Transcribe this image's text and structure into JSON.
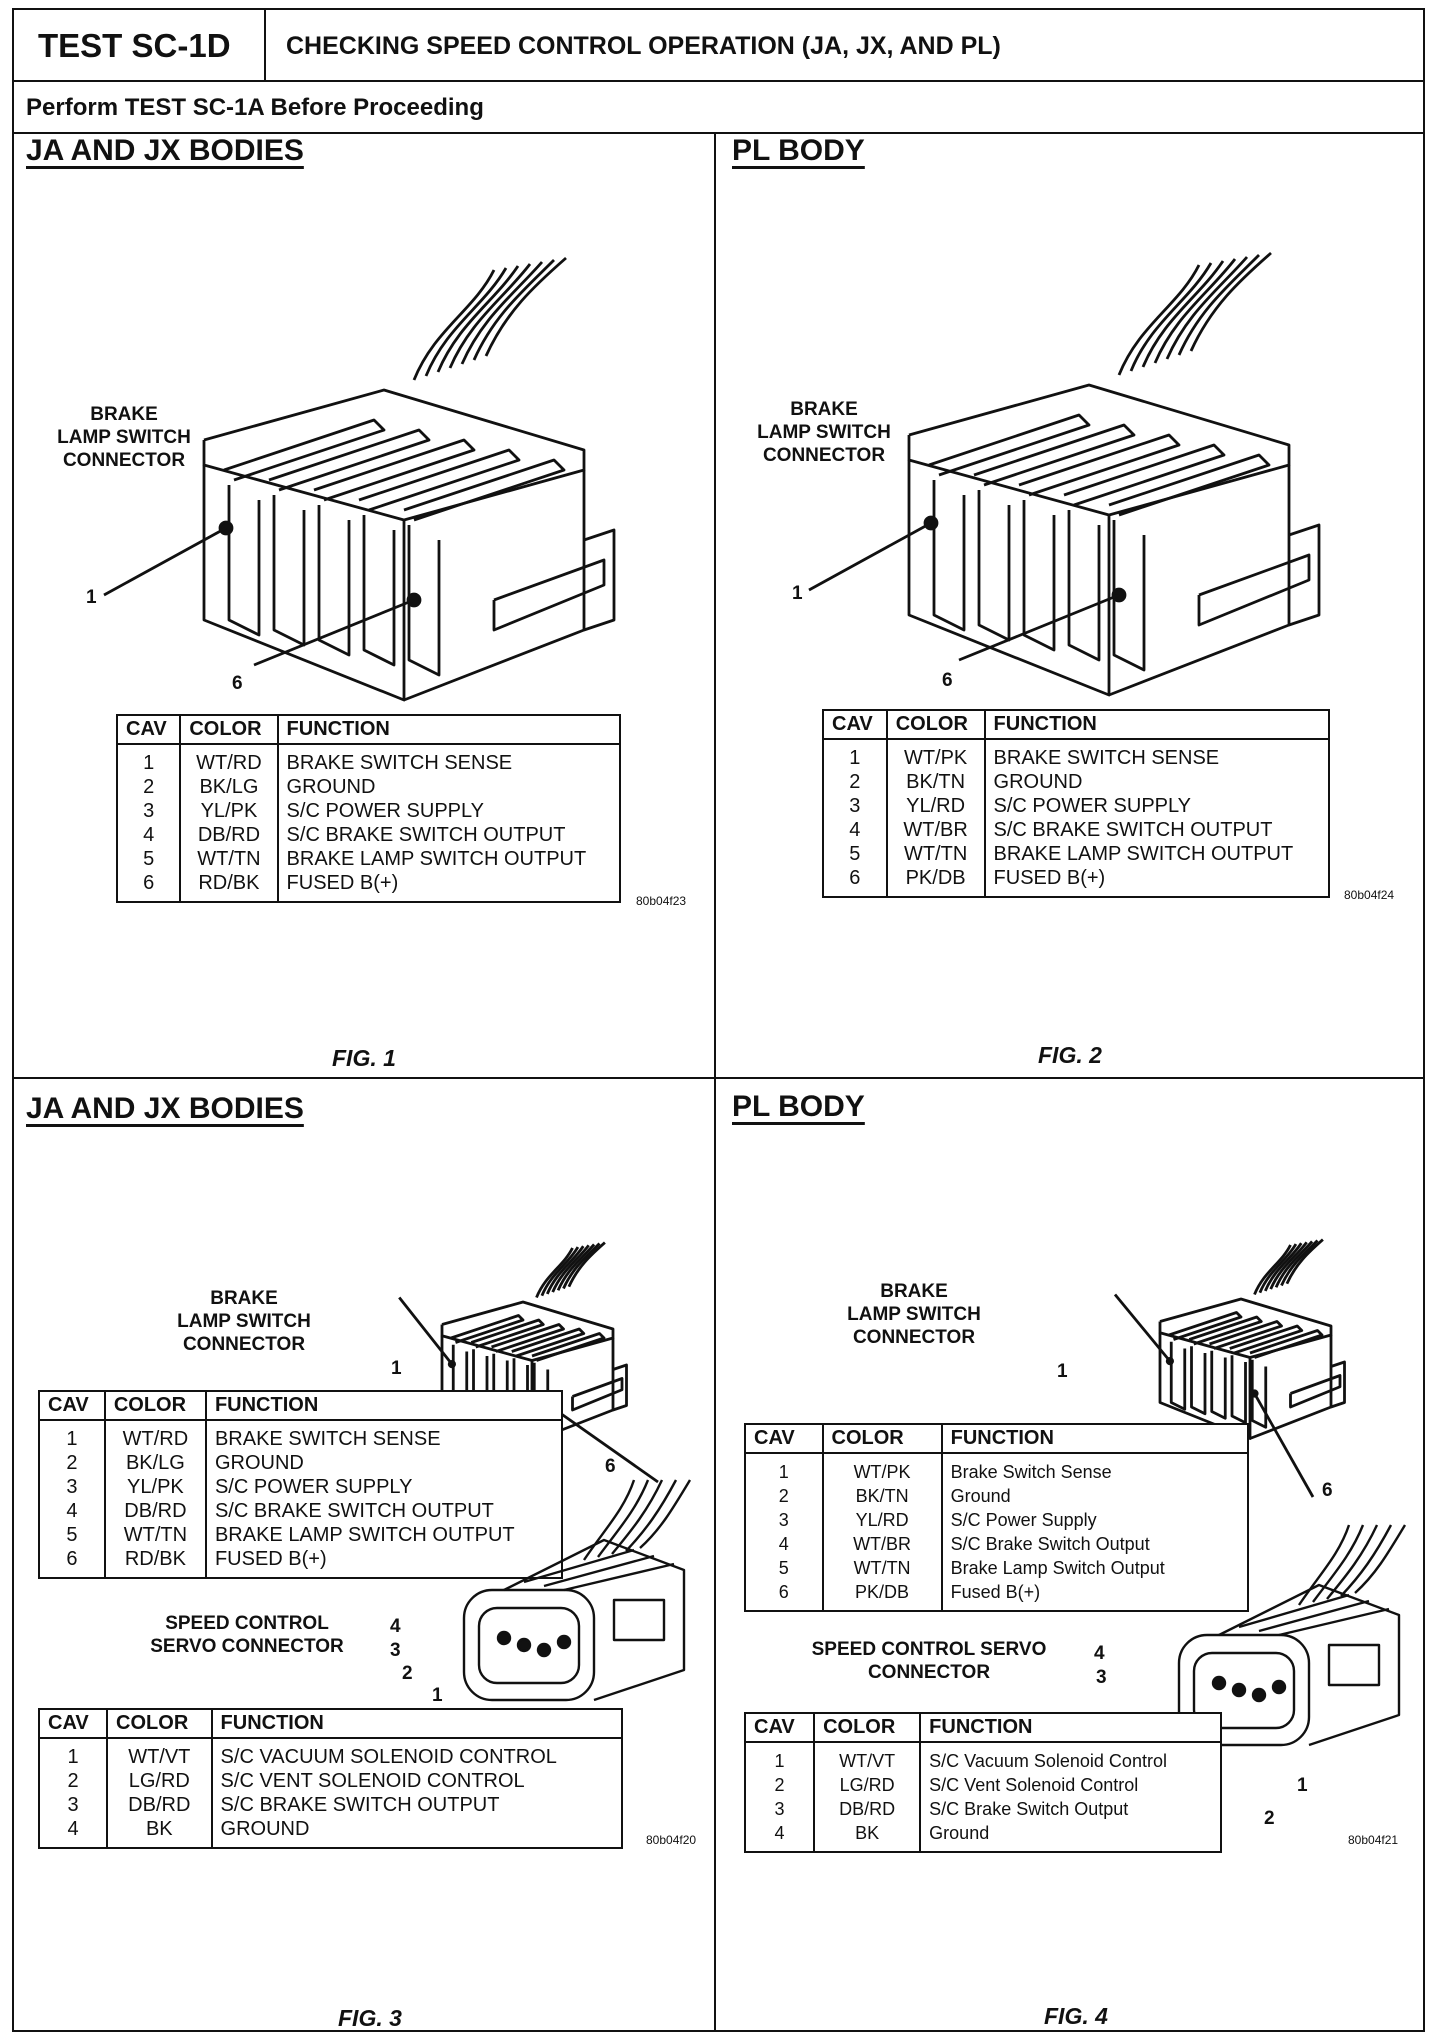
{
  "header": {
    "test_id": "TEST SC-1D",
    "title": "CHECKING SPEED CONTROL OPERATION (JA, JX, AND PL)",
    "subtitle": "Perform TEST SC-1A Before Proceeding"
  },
  "columns": {
    "cav": "CAV",
    "color": "COLOR",
    "function": "FUNCTION"
  },
  "fig1": {
    "heading": "JA AND JX BODIES",
    "connector_label": "BRAKE\nLAMP SWITCH\nCONNECTOR",
    "pin_a": "1",
    "pin_b": "6",
    "rows": [
      {
        "cav": "1",
        "color": "WT/RD",
        "function": "BRAKE SWITCH SENSE"
      },
      {
        "cav": "2",
        "color": "BK/LG",
        "function": "GROUND"
      },
      {
        "cav": "3",
        "color": "YL/PK",
        "function": "S/C POWER SUPPLY"
      },
      {
        "cav": "4",
        "color": "DB/RD",
        "function": "S/C BRAKE SWITCH OUTPUT"
      },
      {
        "cav": "5",
        "color": "WT/TN",
        "function": "BRAKE LAMP SWITCH OUTPUT"
      },
      {
        "cav": "6",
        "color": "RD/BK",
        "function": "FUSED B(+)"
      }
    ],
    "code": "80b04f23",
    "caption": "FIG. 1"
  },
  "fig2": {
    "heading": "PL BODY",
    "connector_label": "BRAKE\nLAMP SWITCH\nCONNECTOR",
    "pin_a": "1",
    "pin_b": "6",
    "rows": [
      {
        "cav": "1",
        "color": "WT/PK",
        "function": "BRAKE SWITCH SENSE"
      },
      {
        "cav": "2",
        "color": "BK/TN",
        "function": "GROUND"
      },
      {
        "cav": "3",
        "color": "YL/RD",
        "function": "S/C POWER SUPPLY"
      },
      {
        "cav": "4",
        "color": "WT/BR",
        "function": "S/C BRAKE SWITCH OUTPUT"
      },
      {
        "cav": "5",
        "color": "WT/TN",
        "function": "BRAKE LAMP SWITCH OUTPUT"
      },
      {
        "cav": "6",
        "color": "PK/DB",
        "function": "FUSED B(+)"
      }
    ],
    "code": "80b04f24",
    "caption": "FIG. 2"
  },
  "fig3": {
    "heading": "JA AND JX BODIES",
    "connector_label": "BRAKE\nLAMP SWITCH\nCONNECTOR",
    "servo_label": "SPEED CONTROL\nSERVO CONNECTOR",
    "pin_a": "1",
    "pin_b": "6",
    "servo_pins": [
      "4",
      "3",
      "2",
      "1"
    ],
    "rows": [
      {
        "cav": "1",
        "color": "WT/RD",
        "function": "BRAKE SWITCH SENSE"
      },
      {
        "cav": "2",
        "color": "BK/LG",
        "function": "GROUND"
      },
      {
        "cav": "3",
        "color": "YL/PK",
        "function": "S/C POWER SUPPLY"
      },
      {
        "cav": "4",
        "color": "DB/RD",
        "function": "S/C BRAKE SWITCH OUTPUT"
      },
      {
        "cav": "5",
        "color": "WT/TN",
        "function": "BRAKE LAMP SWITCH OUTPUT"
      },
      {
        "cav": "6",
        "color": "RD/BK",
        "function": "FUSED B(+)"
      }
    ],
    "servo_rows": [
      {
        "cav": "1",
        "color": "WT/VT",
        "function": "S/C VACUUM SOLENOID CONTROL"
      },
      {
        "cav": "2",
        "color": "LG/RD",
        "function": "S/C VENT SOLENOID CONTROL"
      },
      {
        "cav": "3",
        "color": "DB/RD",
        "function": "S/C BRAKE SWITCH OUTPUT"
      },
      {
        "cav": "4",
        "color": "BK",
        "function": "GROUND"
      }
    ],
    "code": "80b04f20",
    "caption": "FIG. 3"
  },
  "fig4": {
    "heading": "PL BODY",
    "connector_label": "BRAKE\nLAMP SWITCH\nCONNECTOR",
    "servo_label": "SPEED CONTROL SERVO\nCONNECTOR",
    "pin_a": "1",
    "pin_b": "6",
    "servo_pins": [
      "4",
      "3",
      "1",
      "2"
    ],
    "rows": [
      {
        "cav": "1",
        "color": "WT/PK",
        "function": "Brake Switch Sense"
      },
      {
        "cav": "2",
        "color": "BK/TN",
        "function": "Ground"
      },
      {
        "cav": "3",
        "color": "YL/RD",
        "function": "S/C Power Supply"
      },
      {
        "cav": "4",
        "color": "WT/BR",
        "function": "S/C Brake Switch Output"
      },
      {
        "cav": "5",
        "color": "WT/TN",
        "function": "Brake Lamp Switch Output"
      },
      {
        "cav": "6",
        "color": "PK/DB",
        "function": "Fused B(+)"
      }
    ],
    "servo_rows": [
      {
        "cav": "1",
        "color": "WT/VT",
        "function": "S/C Vacuum Solenoid Control"
      },
      {
        "cav": "2",
        "color": "LG/RD",
        "function": "S/C Vent Solenoid Control"
      },
      {
        "cav": "3",
        "color": "DB/RD",
        "function": "S/C Brake Switch Output"
      },
      {
        "cav": "4",
        "color": "BK",
        "function": "Ground"
      }
    ],
    "code": "80b04f21",
    "caption": "FIG. 4"
  }
}
